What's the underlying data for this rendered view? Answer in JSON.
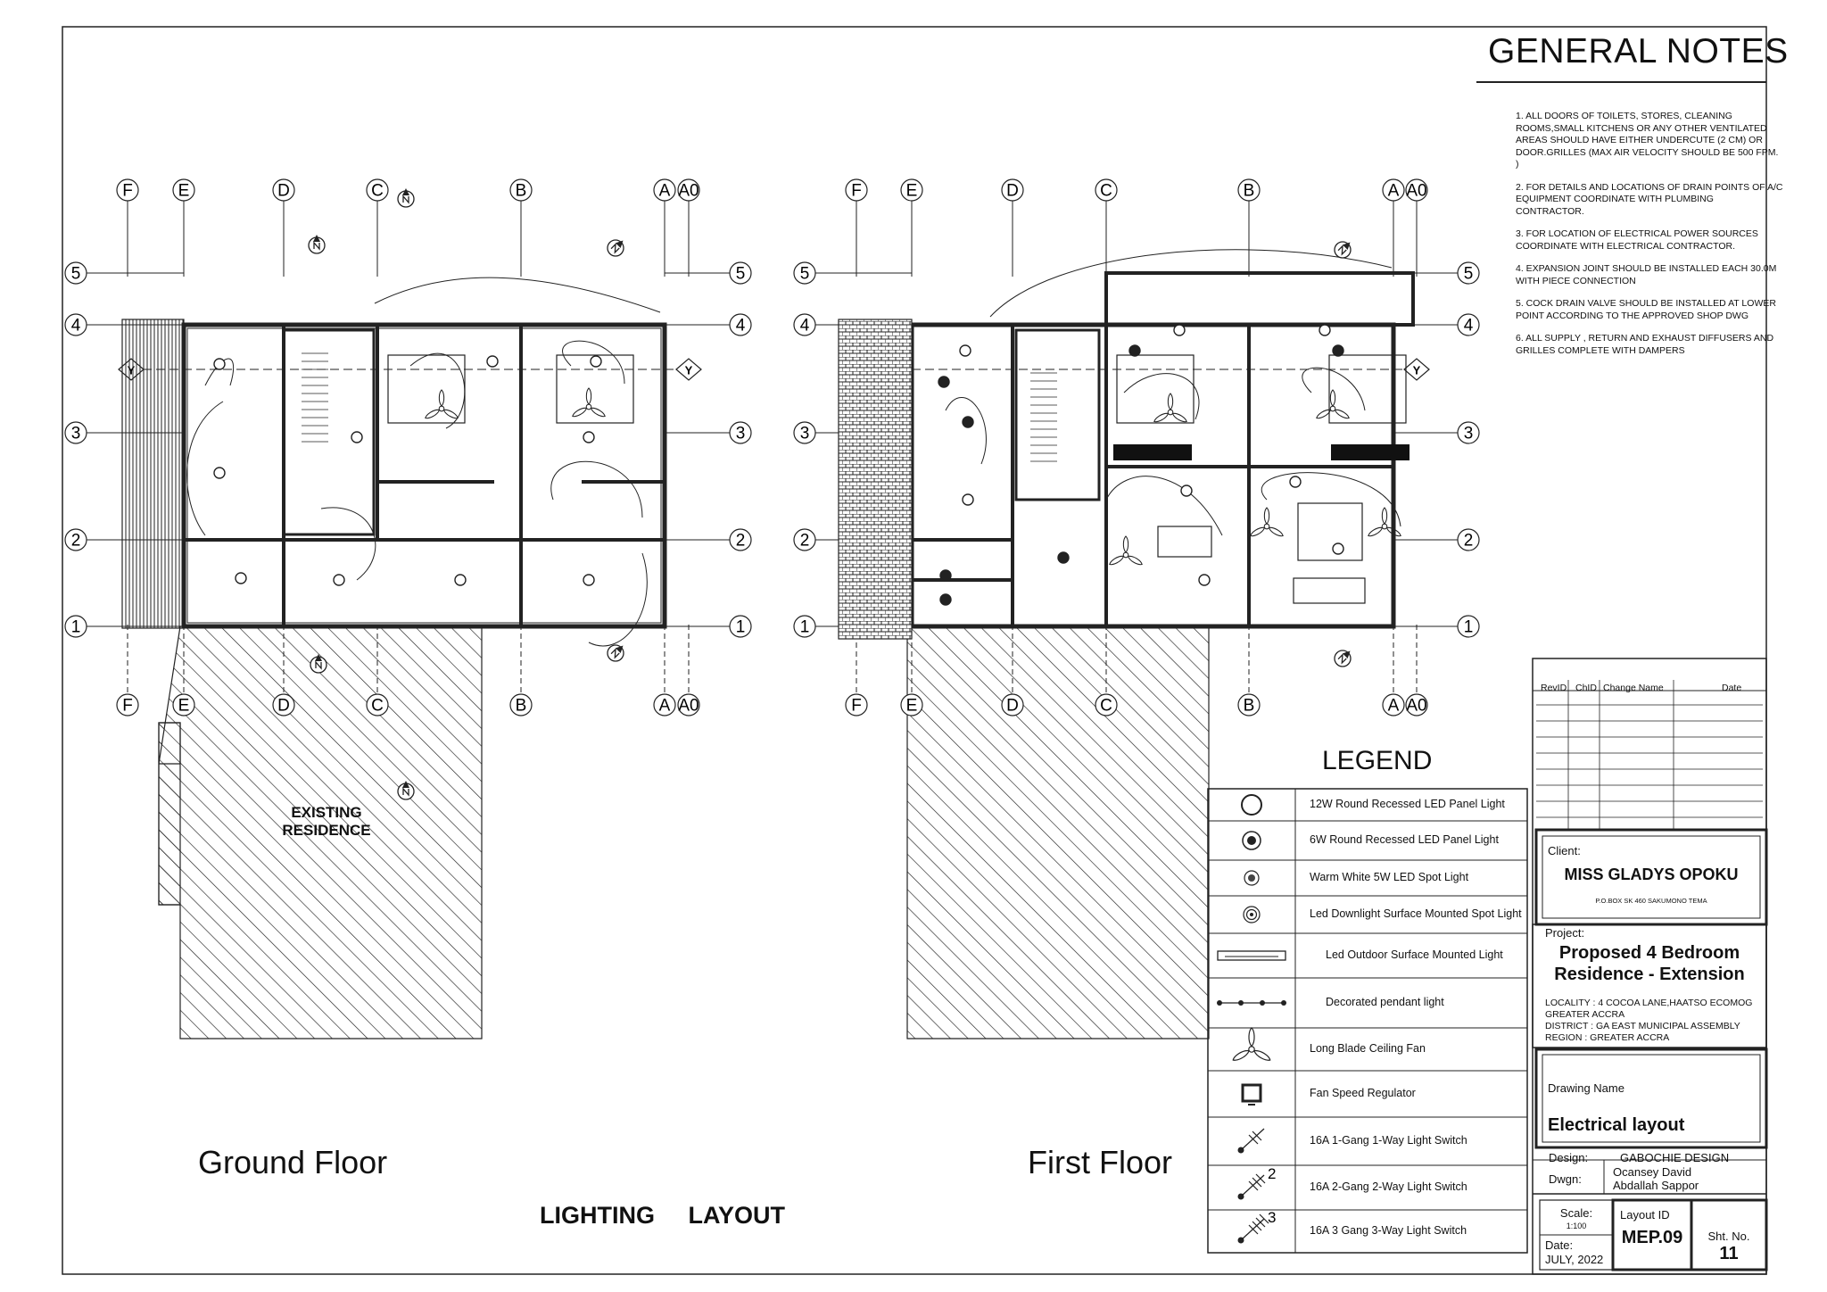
{
  "general_notes": {
    "title": "GENERAL NOTES",
    "items": [
      "1. ALL DOORS OF TOILETS, STORES, CLEANING ROOMS,SMALL KITCHENS OR ANY OTHER VENTILATED AREAS SHOULD HAVE EITHER UNDERCUTE (2 CM) OR DOOR.GRILLES (MAX AIR VELOCITY SHOULD BE 500 FPM. )",
      "2. FOR DETAILS AND LOCATIONS OF DRAIN POINTS OF A/C EQUIPMENT COORDINATE WITH PLUMBING CONTRACTOR.",
      "3. FOR LOCATION OF ELECTRICAL POWER SOURCES COORDINATE WITH ELECTRICAL CONTRACTOR.",
      "4. EXPANSION JOINT SHOULD BE INSTALLED EACH 30.0M WITH PIECE CONNECTION",
      "5. COCK DRAIN VALVE SHOULD BE INSTALLED AT LOWER POINT ACCORDING TO THE APPROVED SHOP DWG",
      "6. ALL SUPPLY , RETURN AND EXHAUST DIFFUSERS AND GRILLES COMPLETE WITH DAMPERS"
    ]
  },
  "grid": {
    "columns": [
      "F",
      "E",
      "D",
      "C",
      "B",
      "A",
      "A0"
    ],
    "rows": [
      "5",
      "4",
      "3",
      "2",
      "1"
    ],
    "section_marker": "Y"
  },
  "plans": {
    "ground_floor": {
      "label": "Ground Floor",
      "existing_label_1": "EXISTING",
      "existing_label_2": "RESIDENCE"
    },
    "first_floor": {
      "label": "First Floor"
    },
    "sheet_title": "LIGHTING    LAYOUT"
  },
  "legend": {
    "title": "LEGEND",
    "items": [
      {
        "icon": "round-led-panel-icon",
        "label": "12W Round Recessed LED Panel Light"
      },
      {
        "icon": "small-led-panel-icon",
        "label": "6W Round Recessed LED Panel Light"
      },
      {
        "icon": "spot-light-icon",
        "label": "Warm White 5W LED Spot Light"
      },
      {
        "icon": "downlight-icon",
        "label": "Led Downlight Surface Mounted Spot Light"
      },
      {
        "icon": "outdoor-light-icon",
        "label": "Led Outdoor Surface Mounted Light"
      },
      {
        "icon": "pendant-light-icon",
        "label": "Decorated pendant light"
      },
      {
        "icon": "ceiling-fan-icon",
        "label": "Long Blade Ceiling Fan"
      },
      {
        "icon": "fan-regulator-icon",
        "label": "Fan Speed Regulator"
      },
      {
        "icon": "switch-1gang-icon",
        "label": "16A 1-Gang 1-Way Light Switch"
      },
      {
        "icon": "switch-2gang-icon",
        "label": "16A 2-Gang 2-Way Light Switch"
      },
      {
        "icon": "switch-3gang-icon",
        "label": "16A 3 Gang 3-Way Light Switch"
      }
    ]
  },
  "title_block": {
    "revision_headers": [
      "RevID",
      "ChID",
      "Change Name",
      "Date"
    ],
    "client_label": "Client:",
    "client_name": "MISS GLADYS OPOKU",
    "client_address": "P.O.BOX SK 460 SAKUMONO TEMA",
    "project_label": "Project:",
    "project_line1": "Proposed 4 Bedroom",
    "project_line2": "Residence - Extension",
    "locality": "LOCALITY  :  4 COCOA LANE,HAATSO ECOMOG",
    "locality2": "GREATER ACCRA",
    "district": "DISTRICT   : GA EAST MUNICIPAL ASSEMBLY",
    "region": "REGION     : GREATER ACCRA",
    "drawing_name_label": "Drawing Name",
    "drawing_name": "Electrical layout",
    "design_label": "Design:",
    "design_value": "GABOCHIE DESIGN",
    "dwgn_label": "Dwgn:",
    "dwgn_value1": "Ocansey  David",
    "dwgn_value2": "Abdallah  Sappor",
    "scale_label": "Scale:",
    "scale_value": "1:100",
    "date_label": "Date:",
    "date_value": "JULY, 2022",
    "layout_id_label": "Layout ID",
    "layout_id": "MEP.09",
    "sheet_label": "Sht. No.",
    "sheet_no": "11"
  }
}
